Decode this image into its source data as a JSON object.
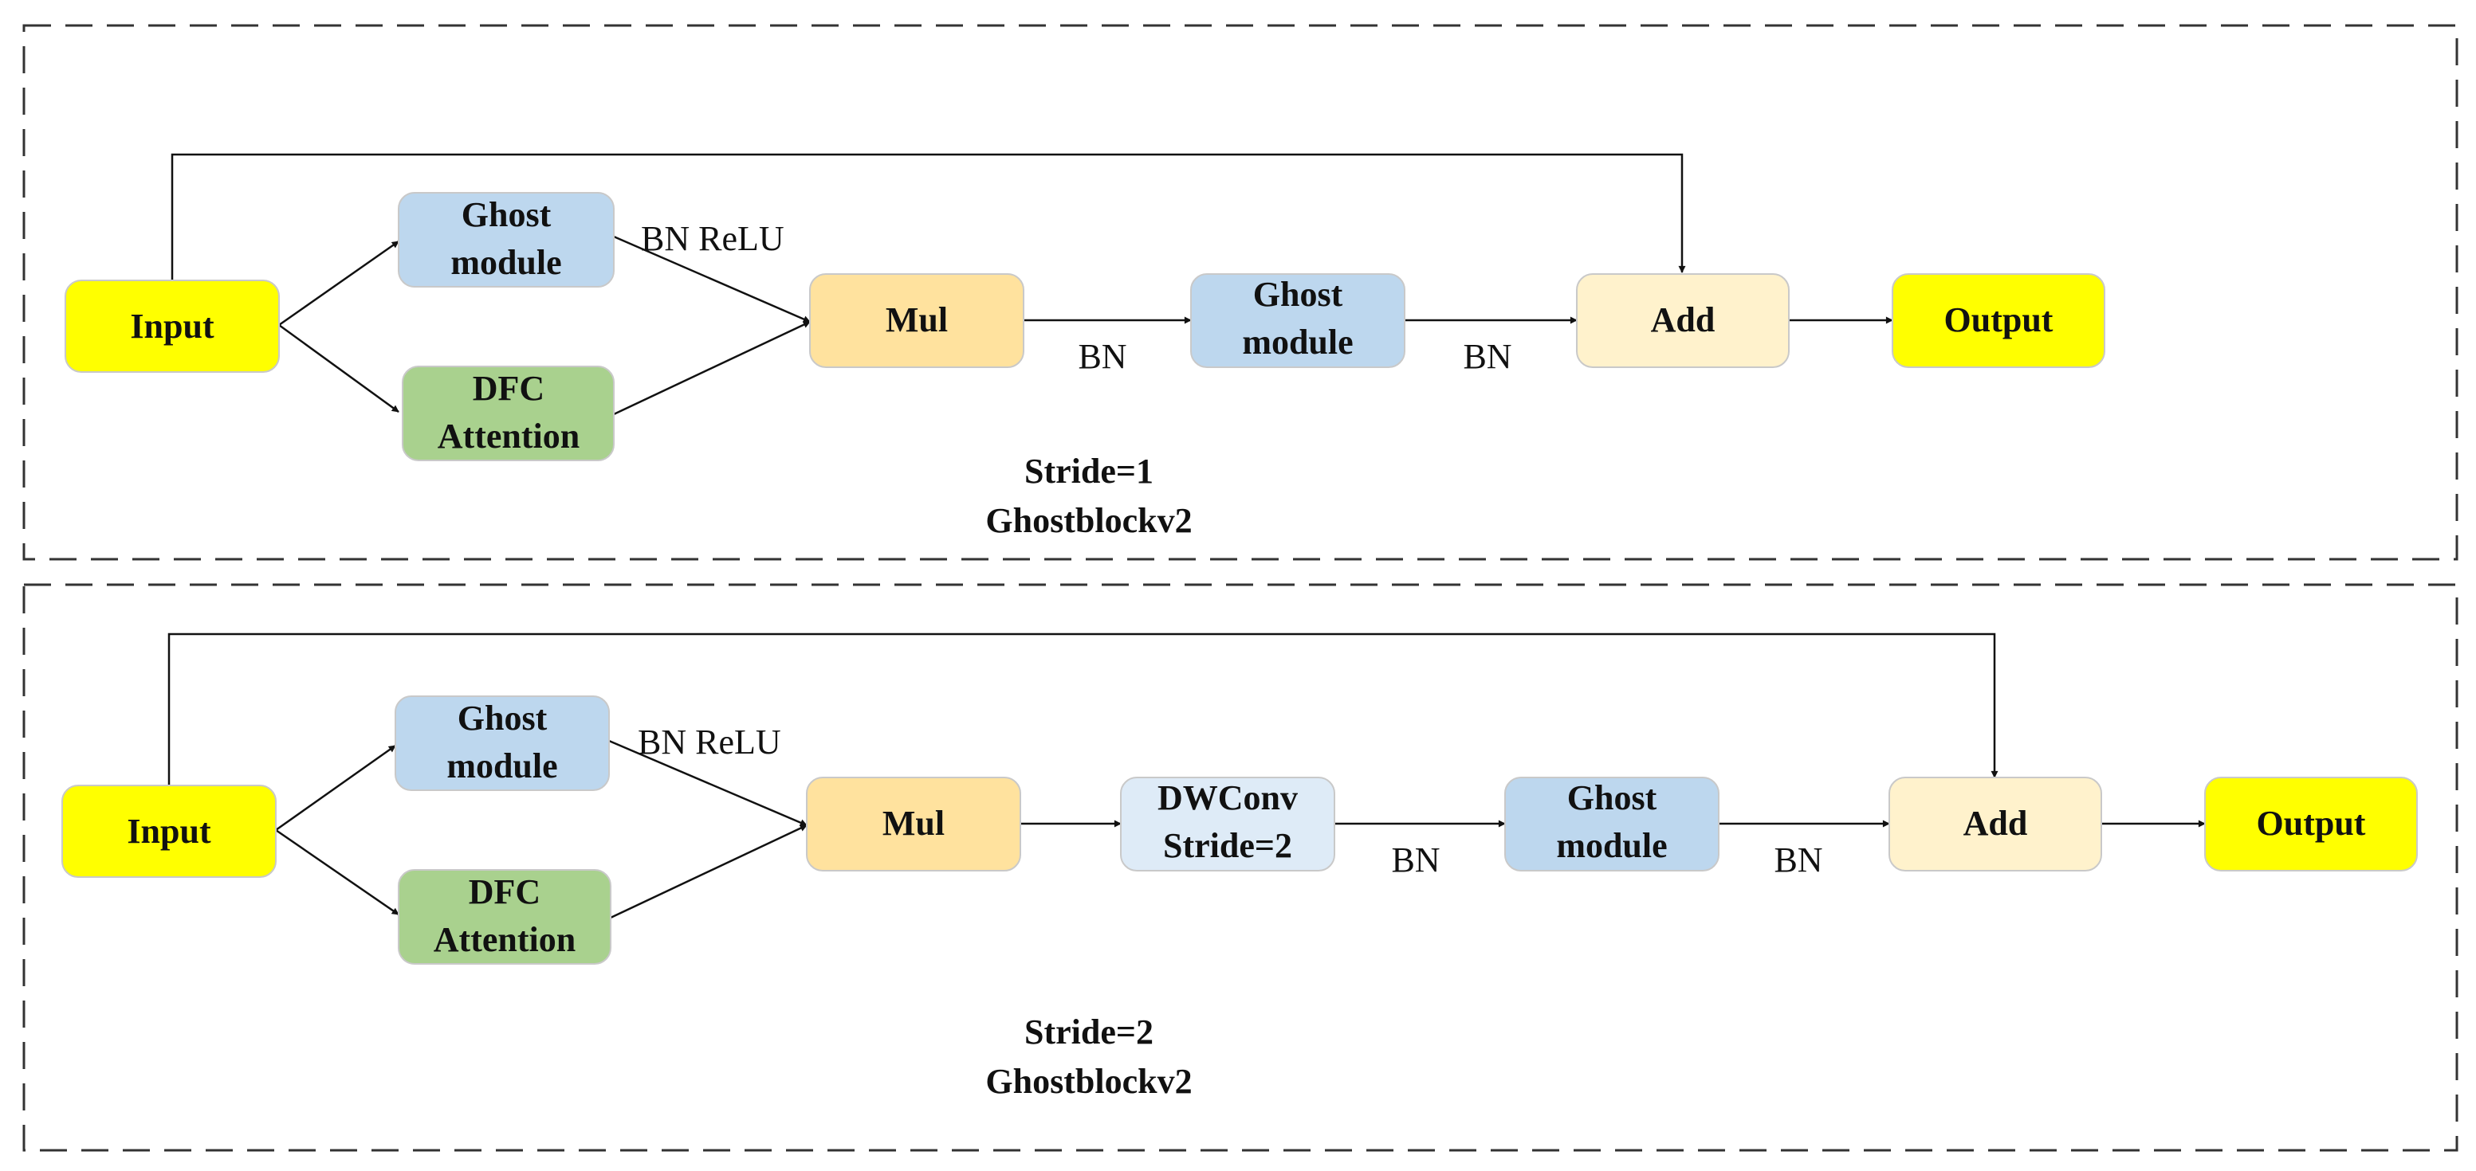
{
  "colors": {
    "io": "#FFFF00",
    "ghost": "#BDD7EE",
    "dfc": "#A9D18E",
    "mul": "#FFE29E",
    "add": "#FFF2CC",
    "dwconv": "#DEEBF7",
    "line": "#111111"
  },
  "blocks": [
    {
      "caption_line1": "Stride=1",
      "caption_line2": "Ghostblockv2",
      "nodes": {
        "input": "Input",
        "ghost1_l1": "Ghost",
        "ghost1_l2": "module",
        "dfc_l1": "DFC",
        "dfc_l2": "Attention",
        "mul": "Mul",
        "ghost2_l1": "Ghost",
        "ghost2_l2": "module",
        "add": "Add",
        "output": "Output"
      },
      "edge_labels": {
        "ghost_mul": "BN ReLU",
        "mul_ghost": "BN",
        "ghost_add": "BN"
      }
    },
    {
      "caption_line1": "Stride=2",
      "caption_line2": "Ghostblockv2",
      "nodes": {
        "input": "Input",
        "ghost1_l1": "Ghost",
        "ghost1_l2": "module",
        "dfc_l1": "DFC",
        "dfc_l2": "Attention",
        "mul": "Mul",
        "dwconv_l1": "DWConv",
        "dwconv_l2": "Stride=2",
        "ghost2_l1": "Ghost",
        "ghost2_l2": "module",
        "add": "Add",
        "output": "Output"
      },
      "edge_labels": {
        "ghost_mul": "BN ReLU",
        "dwconv_ghost": "BN",
        "ghost_add": "BN"
      }
    }
  ]
}
